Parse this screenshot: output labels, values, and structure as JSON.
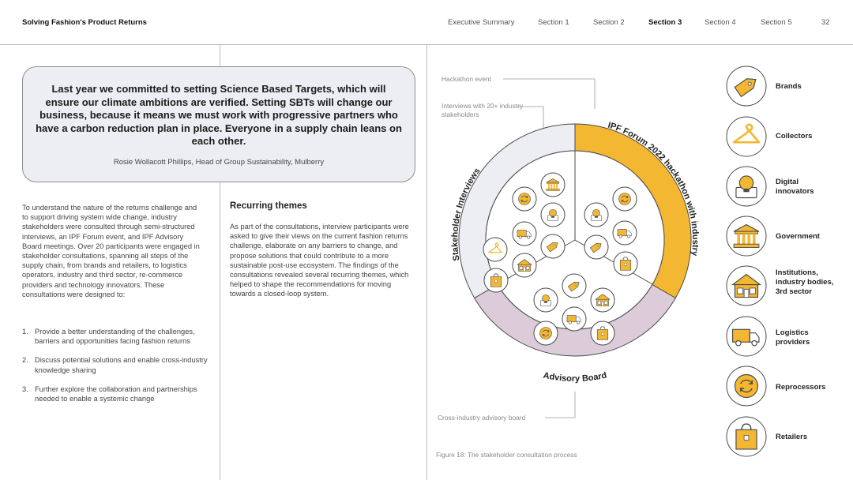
{
  "header": {
    "title": "Solving Fashion's Product Returns",
    "nav": [
      "Executive Summary",
      "Section 1",
      "Section 2",
      "Section 3",
      "Section 4",
      "Section 5"
    ],
    "active_nav": "Section 3",
    "page_number": "32"
  },
  "quote": {
    "text": "Last year we committed to setting Science Based Targets, which will ensure our climate ambitions are verified. Setting SBTs will change our business, because it means we must work with progressive partners who have a carbon reduction plan in place. Everyone in a supply chain leans on each other.",
    "author": "Rosie Wollacott Phillips, Head of Group Sustainability, Mulberry"
  },
  "intro": {
    "text": "To understand the nature of the returns challenge and to support driving system wide change, industry stakeholders were consulted through semi-structured interviews, an IPF Forum event, and IPF Advisory Board meetings. Over 20 participants were engaged in stakeholder consultations, spanning all steps of the supply chain, from brands and retailers, to logistics operators, industry and third sector, re-commerce providers and technology innovators. These consultations were designed to:",
    "items": [
      {
        "num": "1.",
        "text": "Provide a better understanding of the challenges, barriers and opportunities facing fashion returns"
      },
      {
        "num": "2.",
        "text": "Discuss potential solutions and enable cross-industry knowledge sharing"
      },
      {
        "num": "3.",
        "text": "Further explore the collaboration and partnerships needed to enable a systemic change"
      }
    ]
  },
  "themes": {
    "heading": "Recurring themes",
    "text": "As part of the consultations, interview participants were asked to give their views on the current fashion returns challenge, elaborate on any barriers to change, and propose solutions that could contribute to a more sustainable post-use ecosystem. The findings of the consultations revealed several recurring themes, which helped to shape the recommendations for moving towards a closed-loop system."
  },
  "diagram": {
    "annotations": {
      "hackathon": "Hackathon event",
      "interviews": "Interviews with 20+ industry stakeholders",
      "advisory": "Cross-industry advisory board"
    },
    "ring_labels": {
      "interviews": "Stakeholder Interviews",
      "hackathon": "IPF Forum 2022 hackathon with industry",
      "advisory": "Advisory Board"
    },
    "caption": "Figure 18: The stakeholder consultation process",
    "colors": {
      "yellow": "#f4b731",
      "lilac": "#dccbd8",
      "grey": "#eceef3",
      "outline": "#4a4a4a"
    }
  },
  "legend": [
    {
      "icon": "tag-icon",
      "label": "Brands"
    },
    {
      "icon": "hanger-icon",
      "label": "Collectors"
    },
    {
      "icon": "lightbulb-laptop-icon",
      "label": "Digital innovators"
    },
    {
      "icon": "government-building-icon",
      "label": "Government"
    },
    {
      "icon": "institution-icon",
      "label": "Institutions, industry bodies, 3rd sector"
    },
    {
      "icon": "truck-icon",
      "label": "Logistics providers"
    },
    {
      "icon": "recycle-icon",
      "label": "Reprocessors"
    },
    {
      "icon": "shopping-bag-icon",
      "label": "Retailers"
    }
  ]
}
